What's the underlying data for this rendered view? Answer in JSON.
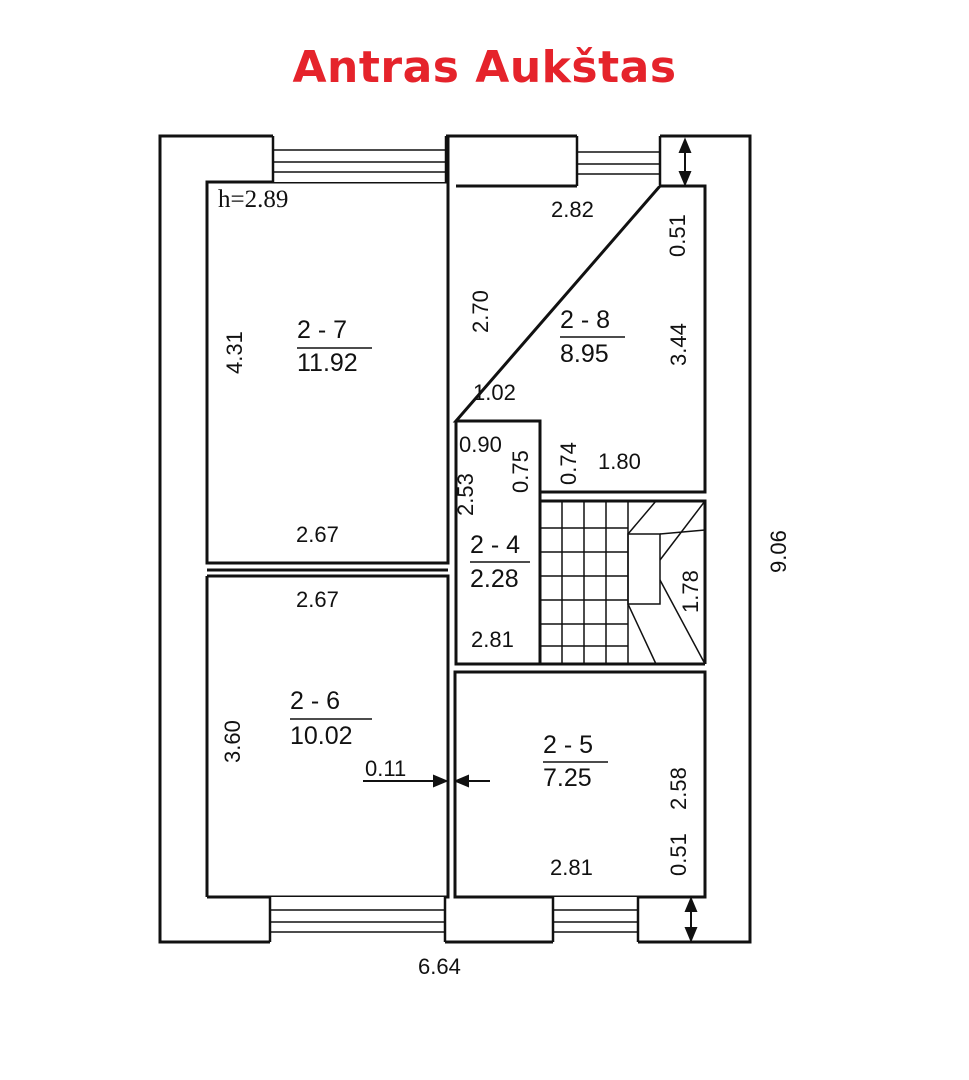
{
  "title": "Antras Aukštas",
  "colors": {
    "title": "#e5232b",
    "lines": "#111111"
  },
  "ceiling_height": "h=2.89",
  "overall": {
    "width": "6.64",
    "length": "9.06"
  },
  "rooms": {
    "r27": {
      "id": "2 - 7",
      "area": "11.92",
      "dims": [
        "4.31",
        "2.67"
      ]
    },
    "r28": {
      "id": "2 - 8",
      "area": "8.95",
      "dims": [
        "2.82",
        "2.70",
        "3.44",
        "0.51",
        "1.02",
        "1.80",
        "0.74"
      ]
    },
    "r24": {
      "id": "2 - 4",
      "area": "2.28",
      "dims": [
        "0.90",
        "0.75",
        "2.53",
        "2.81",
        "1.78"
      ]
    },
    "r26": {
      "id": "2 - 6",
      "area": "10.02",
      "dims": [
        "2.67",
        "3.60"
      ]
    },
    "r25": {
      "id": "2 - 5",
      "area": "7.25",
      "dims": [
        "2.58",
        "0.51",
        "2.81"
      ]
    }
  },
  "wall_thickness": "0.11"
}
